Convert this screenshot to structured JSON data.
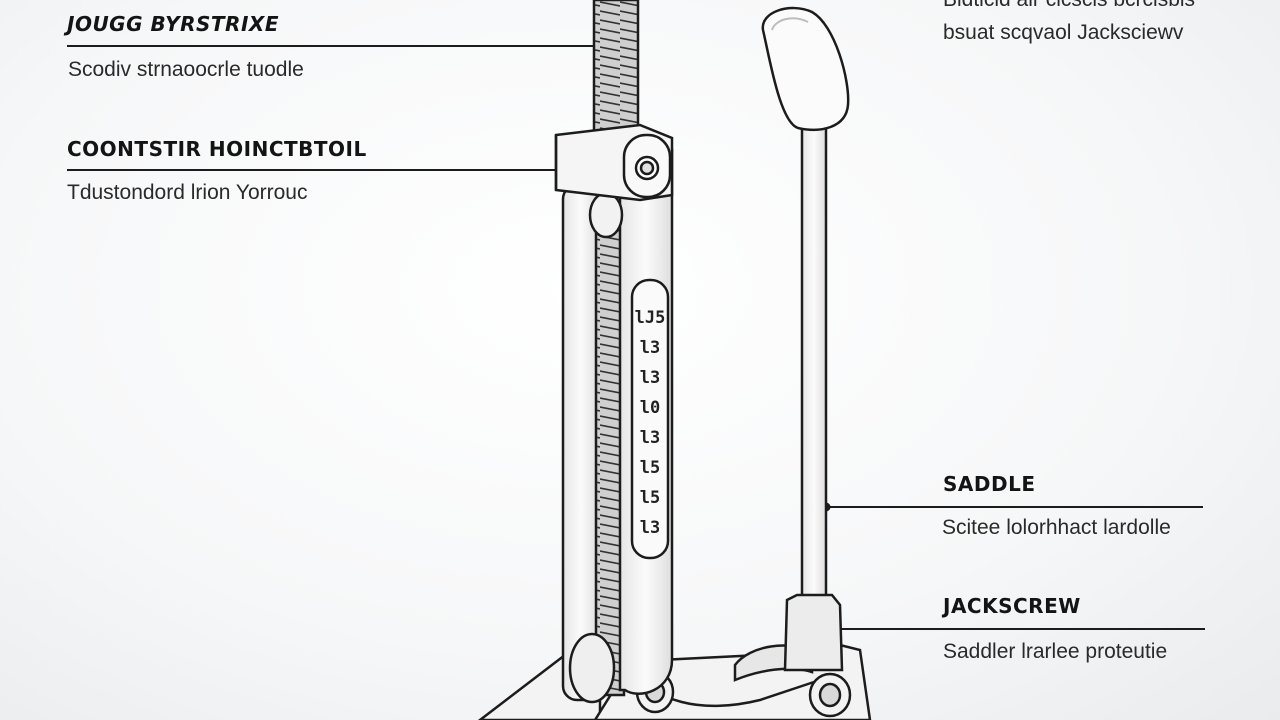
{
  "callouts": {
    "top_left": {
      "title": "JOUGG BYRSTRIXE",
      "desc": "Scodiv strnaoocrle tuodle"
    },
    "mid_left": {
      "title": "COONTSTIR HOINCTBTOIL",
      "desc": "Tdustondord lrion Yorrouc"
    },
    "top_right": {
      "desc_top": "Bidticid air cicscis bcrcisbis",
      "desc": "bsuat scqvaol Jacksciewv"
    },
    "saddle": {
      "title": "SADDLE",
      "desc": "Scitee lolorhhact lardolle"
    },
    "jackscrew": {
      "title": "JACKSCREW",
      "desc": "Saddler lrarlee proteutie"
    }
  },
  "scale_marks": [
    "lJ5",
    "l3",
    "l3",
    "l0",
    "l3",
    "l5",
    "l5",
    "l3"
  ],
  "colors": {
    "line": "#1c1c1c",
    "fill": "#f7f7f7",
    "shade": "#dcdcdc"
  }
}
